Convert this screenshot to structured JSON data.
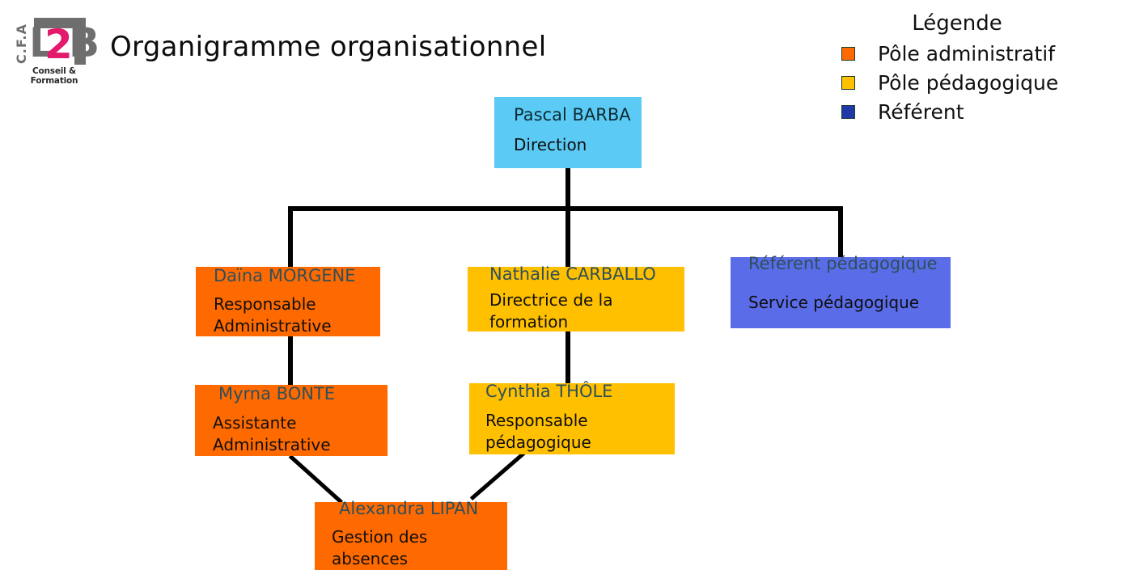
{
  "header": {
    "title": "Organigramme organisationnel",
    "logo": {
      "cfa": "C.F.A",
      "letter_l": "L",
      "digit_2": "2",
      "letter_b": "B",
      "tagline": "Conseil & Formation"
    }
  },
  "legend": {
    "title": "Légende",
    "items": [
      {
        "label": "Pôle administratif",
        "color": "#FF6A00"
      },
      {
        "label": "Pôle pédagogique",
        "color": "#FFC000"
      },
      {
        "label": "Référent",
        "color": "#1F3AA8"
      }
    ]
  },
  "chart_data": {
    "type": "diagram",
    "title": "Organigramme organisationnel",
    "nodes": [
      {
        "id": "direction",
        "name": "Pascal BARBA",
        "role": "Direction",
        "color": "#5BCBF5",
        "level": 0,
        "category": "Direction"
      },
      {
        "id": "morgene",
        "name": "Daïna MORGENE",
        "role": "Responsable Administrative",
        "color": "#FF6A00",
        "level": 1,
        "category": "Pôle administratif",
        "parent": "direction"
      },
      {
        "id": "carballo",
        "name": "Nathalie CARBALLO",
        "role": "Directrice de la formation",
        "color": "#FFC000",
        "level": 1,
        "category": "Pôle pédagogique",
        "parent": "direction"
      },
      {
        "id": "referent",
        "name": "Référent pédagogique",
        "role": "Service pédagogique",
        "color": "#5B6CE8",
        "level": 1,
        "category": "Référent",
        "parent": "direction"
      },
      {
        "id": "bonte",
        "name": "Myrna BONTE",
        "role": "Assistante Administrative",
        "color": "#FF6A00",
        "level": 2,
        "category": "Pôle administratif",
        "parent": "morgene"
      },
      {
        "id": "thole",
        "name": "Cynthia THÔLE",
        "role": "Responsable pédagogique",
        "color": "#FFC000",
        "level": 2,
        "category": "Pôle pédagogique",
        "parent": "carballo"
      },
      {
        "id": "lipan",
        "name": "Alexandra LIPAN",
        "role": "Gestion des absences",
        "color": "#FF6A00",
        "level": 3,
        "category": "Pôle administratif",
        "parents": [
          "bonte",
          "thole"
        ]
      }
    ],
    "edges": [
      {
        "from": "direction",
        "to": "morgene"
      },
      {
        "from": "direction",
        "to": "carballo"
      },
      {
        "from": "direction",
        "to": "referent"
      },
      {
        "from": "morgene",
        "to": "bonte"
      },
      {
        "from": "carballo",
        "to": "thole"
      },
      {
        "from": "bonte",
        "to": "lipan"
      },
      {
        "from": "thole",
        "to": "lipan"
      }
    ]
  },
  "nodes": {
    "direction": {
      "name": "Pascal BARBA",
      "role": "Direction"
    },
    "morgene": {
      "name": "Daïna MORGENE",
      "role": "Responsable Administrative"
    },
    "carballo": {
      "name": "Nathalie CARBALLO",
      "role": "Directrice de la formation"
    },
    "referent": {
      "name": "Référent pédagogique",
      "role": "Service pédagogique"
    },
    "bonte": {
      "name": "Myrna BONTE",
      "role": "Assistante Administrative"
    },
    "thole": {
      "name": "Cynthia THÔLE",
      "role": "Responsable pédagogique"
    },
    "lipan": {
      "name": "Alexandra LIPAN",
      "role": "Gestion des absences"
    }
  }
}
